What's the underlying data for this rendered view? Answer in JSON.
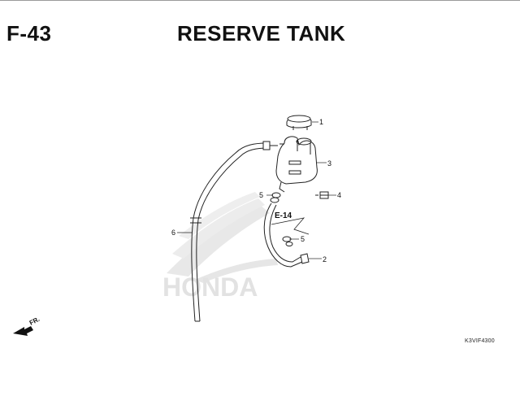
{
  "header": {
    "section_code": "F-43",
    "title": "RESERVE TANK"
  },
  "watermark": {
    "text": "HONDA"
  },
  "callouts": [
    "1",
    "2",
    "3",
    "4",
    "5",
    "5",
    "6"
  ],
  "reference": {
    "label": "E-14"
  },
  "direction": {
    "label": "FR."
  },
  "footer": {
    "ref_code": "K3VIF4300"
  },
  "colors": {
    "line": "#222222",
    "watermark": "#e0e0e0",
    "background": "#ffffff"
  }
}
